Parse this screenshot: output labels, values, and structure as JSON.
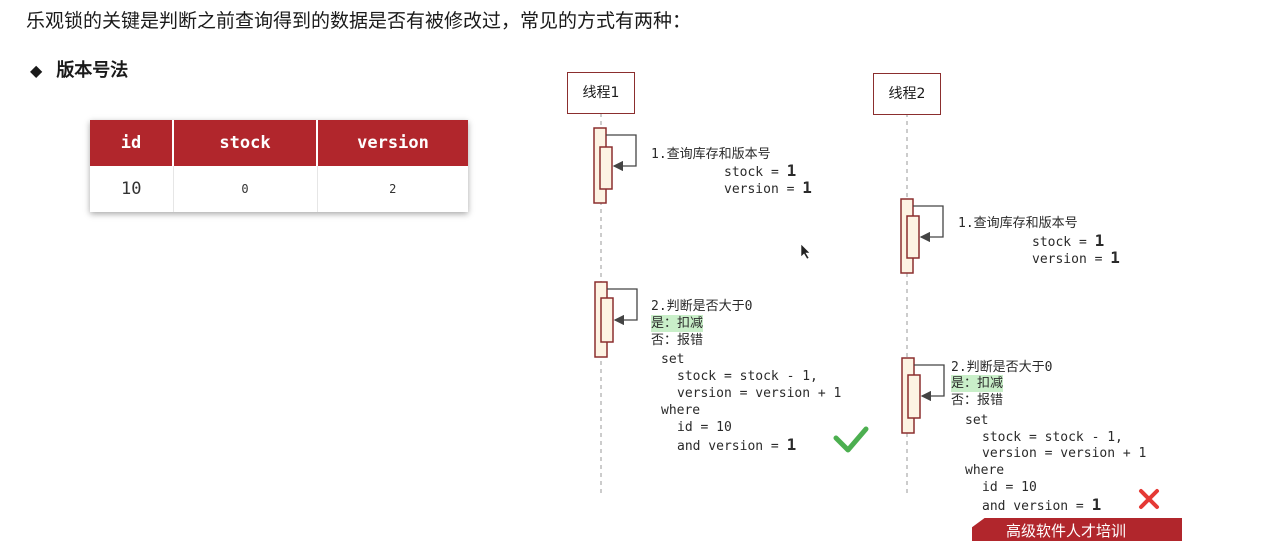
{
  "heading": "乐观锁的关键是判断之前查询得到的数据是否有被修改过，常见的方式有两种：",
  "bullet": {
    "symbol": "◆",
    "label": "版本号法"
  },
  "table": {
    "headers": [
      "id",
      "stock",
      "version"
    ],
    "row": [
      "10",
      "0",
      "2"
    ]
  },
  "thread1": {
    "label": "线程1",
    "step1": {
      "title": "1.查询库存和版本号",
      "stock": "stock = ",
      "stock_val": "1",
      "version": "version = ",
      "version_val": "1"
    },
    "step2": {
      "title": "2.判断是否大于0",
      "yes": "是：扣减",
      "no": "否：报错",
      "set": "set",
      "l1": "stock = stock - 1,",
      "l2": "version = version + 1",
      "where": "where",
      "l3": "id = 10",
      "l4": "and version = ",
      "l4_val": "1"
    },
    "result": "check-icon"
  },
  "thread2": {
    "label": "线程2",
    "step1": {
      "title": "1.查询库存和版本号",
      "stock": "stock = ",
      "stock_val": "1",
      "version": "version = ",
      "version_val": "1"
    },
    "step2": {
      "title": "2.判断是否大于0",
      "yes": "是：扣减",
      "no": "否：报错",
      "set": "set",
      "l1": "stock = stock - 1,",
      "l2": "version = version + 1",
      "where": "where",
      "l3": "id = 10",
      "l4": "and version = ",
      "l4_val": "1"
    },
    "result": "cross-icon"
  },
  "banner": "高级软件人才培训",
  "colors": {
    "accent": "#b1262c",
    "lifeline": "#8b2e2e",
    "activation": "#fdf3e3",
    "success": "#4caf50",
    "fail": "#e53935",
    "highlight": "#c9efc9"
  }
}
